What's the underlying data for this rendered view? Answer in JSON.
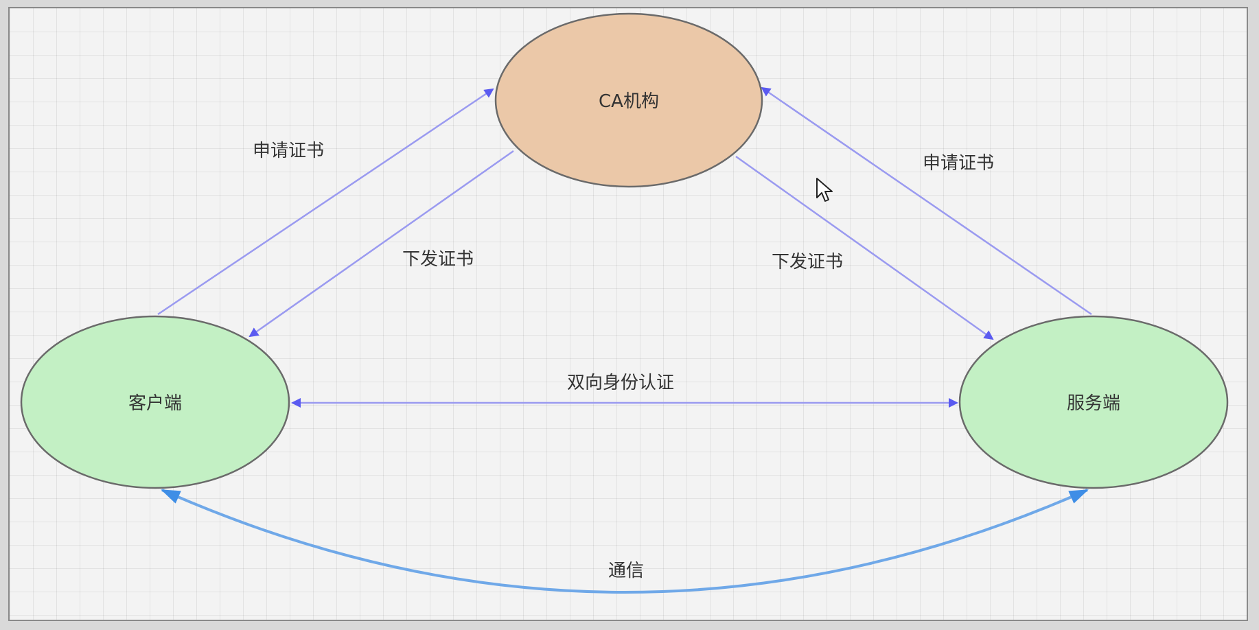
{
  "nodes": {
    "ca": {
      "label": "CA机构",
      "fill": "#ebc8a8",
      "stroke": "#6a6a6a"
    },
    "client": {
      "label": "客户端",
      "fill": "#c3f0c4",
      "stroke": "#6a6a6a"
    },
    "server": {
      "label": "服务端",
      "fill": "#c3f0c4",
      "stroke": "#6a6a6a"
    }
  },
  "edges": {
    "client_apply": {
      "label": "申请证书"
    },
    "client_issue": {
      "label": "下发证书"
    },
    "server_issue": {
      "label": "下发证书"
    },
    "server_apply": {
      "label": "申请证书"
    },
    "mutual_auth": {
      "label": "双向身份认证"
    },
    "communication": {
      "label": "通信"
    }
  },
  "colors": {
    "arrow": "#9a9af0",
    "arrow_head": "#5a5af0",
    "comm": "#6fa8e8",
    "comm_head": "#3f8ee6"
  }
}
